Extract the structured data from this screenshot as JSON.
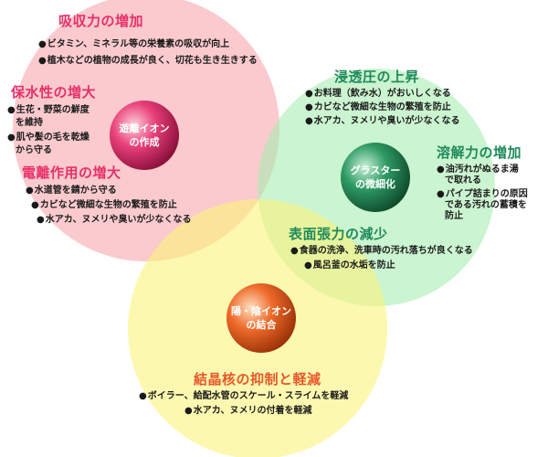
{
  "circles": [
    {
      "id": "red",
      "sphere_line1": "遊離イオン",
      "sphere_line2": "の作成",
      "fill": "#f6a6ad",
      "sphere_color": "#c21f57",
      "sections": [
        {
          "heading": "吸収力の増加",
          "items": [
            "ビタミン、ミネラル等の栄養素の吸収が向上",
            "植木などの植物の成長が良く、切花も生き生きする"
          ]
        },
        {
          "heading": "保水性の増大",
          "items": [
            "生花・野菜の鮮度",
            "を維持",
            "肌や髪の毛を乾燥",
            "から守る"
          ]
        },
        {
          "heading": "電離作用の増大",
          "items": [
            "水道管を錆から守る",
            "カビなど微細な生物の繁殖を防止",
            "水アカ、ヌメリや臭いが少なくなる"
          ]
        }
      ]
    },
    {
      "id": "green",
      "sphere_line1": "グラスター",
      "sphere_line2": "の微細化",
      "fill": "#a8ecb0",
      "sphere_color": "#1f7a4f",
      "sections": [
        {
          "heading": "浸透圧の上昇",
          "items": [
            "お料理（飲み水）がおいしくなる",
            "カビなど微細な生物の繁殖を防止",
            "水アカ、ヌメリや臭いが少なくなる"
          ]
        },
        {
          "heading": "溶解力の増加",
          "items": [
            "油汚れがぬるま湯",
            "で取れる",
            "パイプ詰まりの原因",
            "である汚れの蓄積を",
            "防止"
          ]
        },
        {
          "heading": "表面張力の減少",
          "items": [
            "食器の洗浄、洗車時の汚れ落ちが良くなる",
            "風呂釜の水垢を防止"
          ]
        }
      ]
    },
    {
      "id": "yellow",
      "sphere_line1": "陽・陰イオン",
      "sphere_line2": "の結合",
      "fill": "#fbf47c",
      "sphere_color": "#d95a1e",
      "sections": [
        {
          "heading": "結晶核の抑制と軽減",
          "items": [
            "ボイラー、給配水管のスケール・スライムを軽減",
            "水アカ、ヌメリの付着を軽減"
          ]
        }
      ]
    }
  ],
  "bullet_symbol": "●"
}
